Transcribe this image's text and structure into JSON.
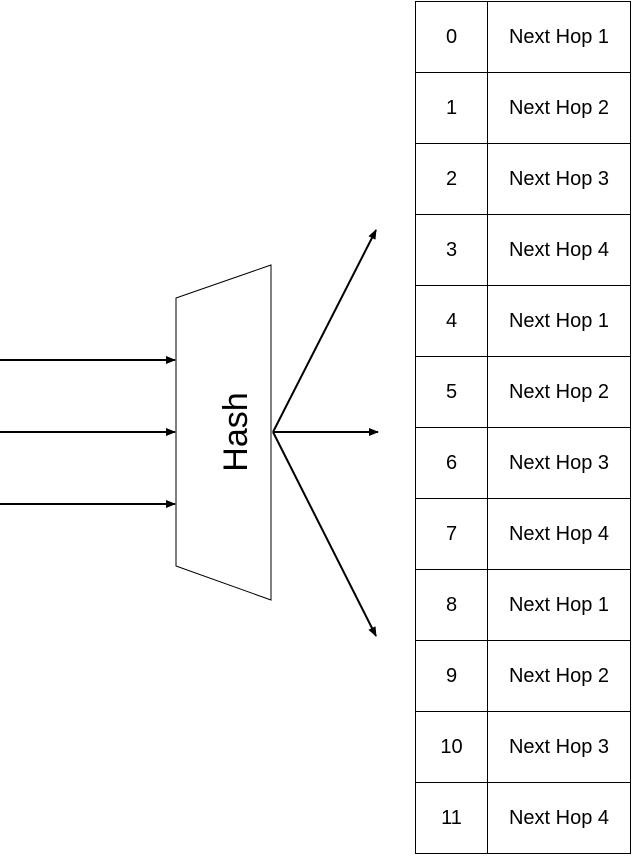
{
  "hash": {
    "label": "Hash"
  },
  "input_arrows": 3,
  "output_arrows": 3,
  "table": {
    "rows": [
      {
        "index": "0",
        "next_hop": "Next Hop 1"
      },
      {
        "index": "1",
        "next_hop": "Next Hop 2"
      },
      {
        "index": "2",
        "next_hop": "Next Hop 3"
      },
      {
        "index": "3",
        "next_hop": "Next Hop 4"
      },
      {
        "index": "4",
        "next_hop": "Next Hop 1"
      },
      {
        "index": "5",
        "next_hop": "Next Hop 2"
      },
      {
        "index": "6",
        "next_hop": "Next Hop 3"
      },
      {
        "index": "7",
        "next_hop": "Next Hop 4"
      },
      {
        "index": "8",
        "next_hop": "Next Hop 1"
      },
      {
        "index": "9",
        "next_hop": "Next Hop 2"
      },
      {
        "index": "10",
        "next_hop": "Next Hop 3"
      },
      {
        "index": "11",
        "next_hop": "Next Hop 4"
      }
    ]
  },
  "colors": {
    "stroke": "#000000",
    "background": "#ffffff"
  }
}
